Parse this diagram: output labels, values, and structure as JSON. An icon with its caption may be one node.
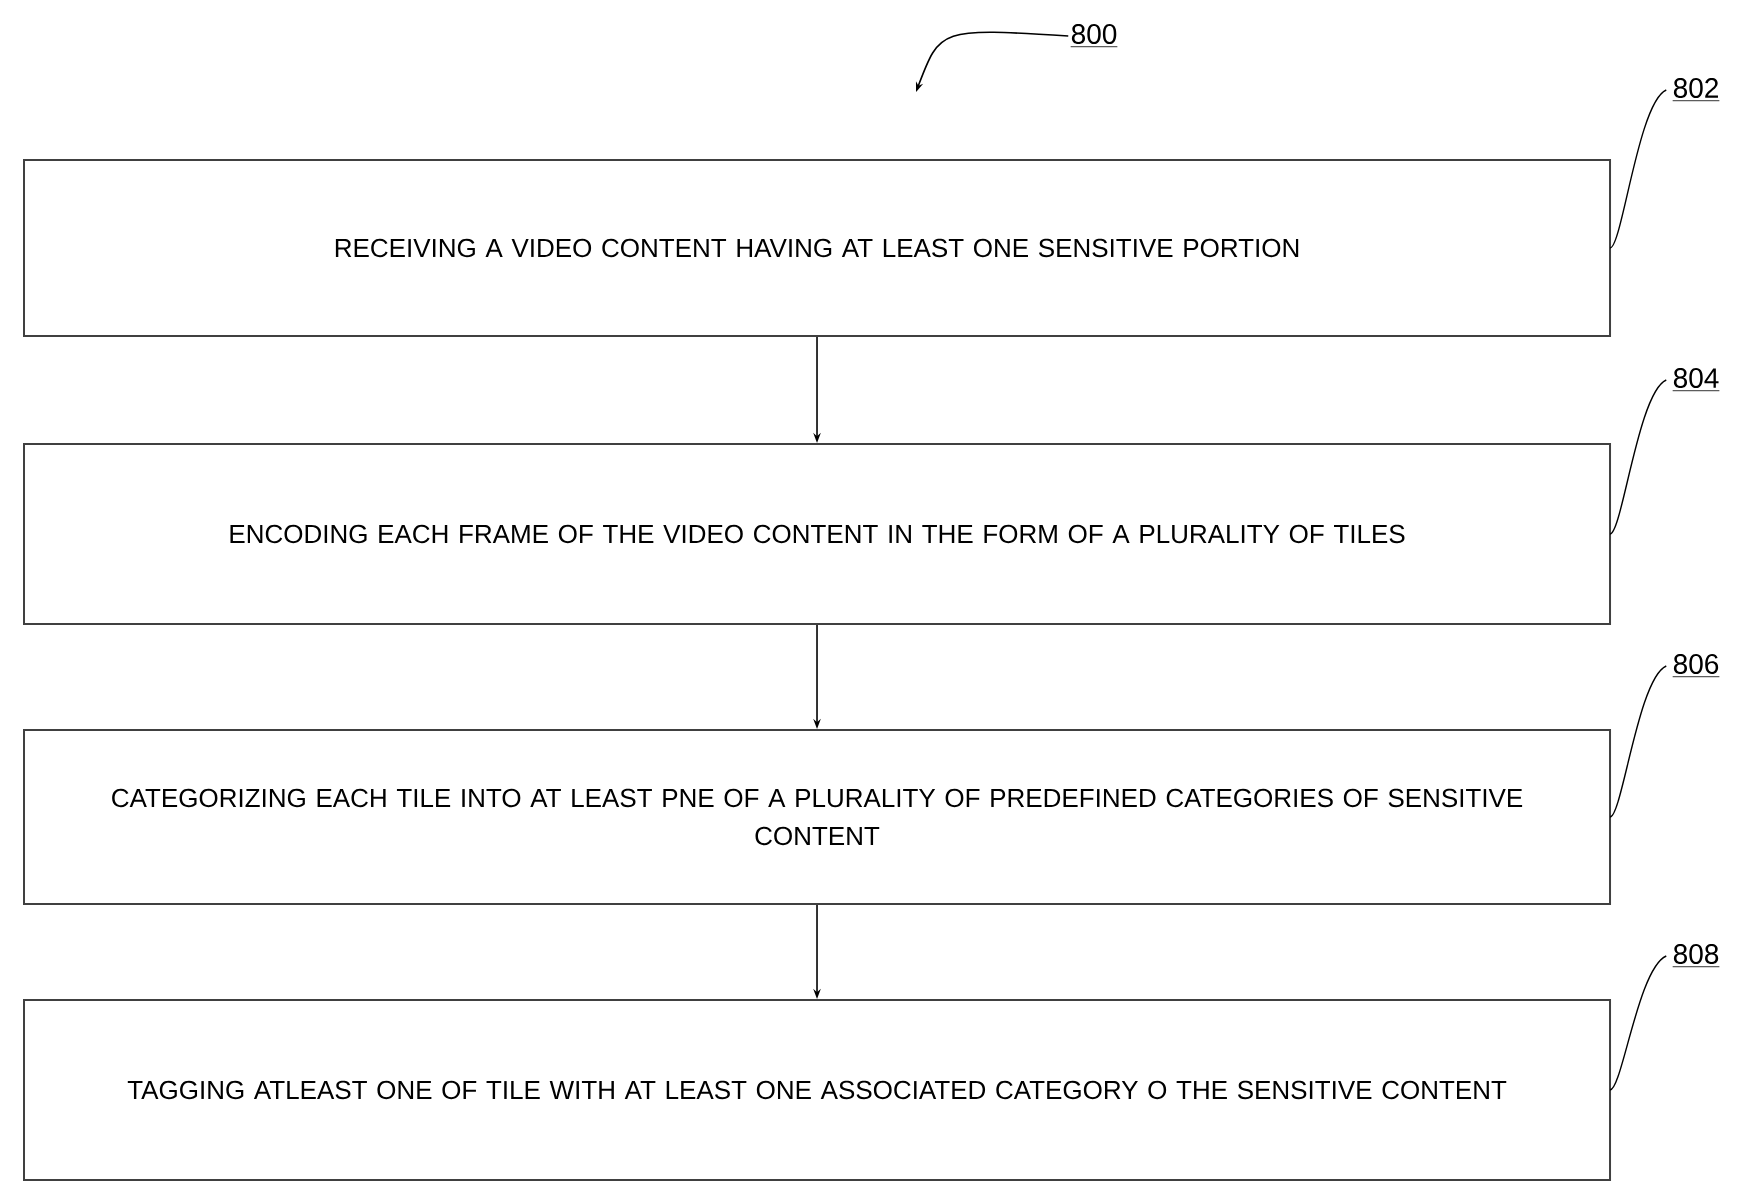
{
  "diagram": {
    "nodes": [
      {
        "text": [
          "RECEIVING A VIDEO CONTENT HAVING AT LEAST ONE SENSITIVE PORTION"
        ]
      },
      {
        "text": [
          "ENCODING EACH FRAME OF THE VIDEO CONTENT IN THE FORM OF A PLURALITY OF TILES"
        ]
      },
      {
        "text": [
          "CATEGORIZING EACH TILE INTO AT LEAST PNE OF A PLURALITY OF PREDEFINED CATEGORIES OF SENSITIVE CONTENT"
        ]
      },
      {
        "text": [
          "TAGGING ATLEAST ONE OF TILE WITH AT LEAST ONE ASSOCIATED CATEGORY O THE SENSITIVE CONTENT"
        ]
      },
      {
        "text": [
          "800"
        ]
      },
      {
        "text": [
          "802"
        ]
      },
      {
        "text": [
          "804"
        ]
      },
      {
        "text": [
          "806"
        ]
      },
      {
        "text": [
          "808"
        ]
      }
    ],
    "edges": [
      {
        "from": 0,
        "to": 1,
        "arrow": "to"
      },
      {
        "from": 1,
        "to": 2,
        "arrow": "to"
      },
      {
        "from": 2,
        "to": 3,
        "arrow": "to"
      },
      {
        "from": 4,
        "to": null,
        "arrow": "to"
      },
      {
        "from": 5,
        "to": 0,
        "arrow": "none"
      },
      {
        "from": 6,
        "to": 1,
        "arrow": "none"
      },
      {
        "from": 7,
        "to": 2,
        "arrow": "none"
      },
      {
        "from": 8,
        "to": 3,
        "arrow": "none"
      }
    ]
  }
}
